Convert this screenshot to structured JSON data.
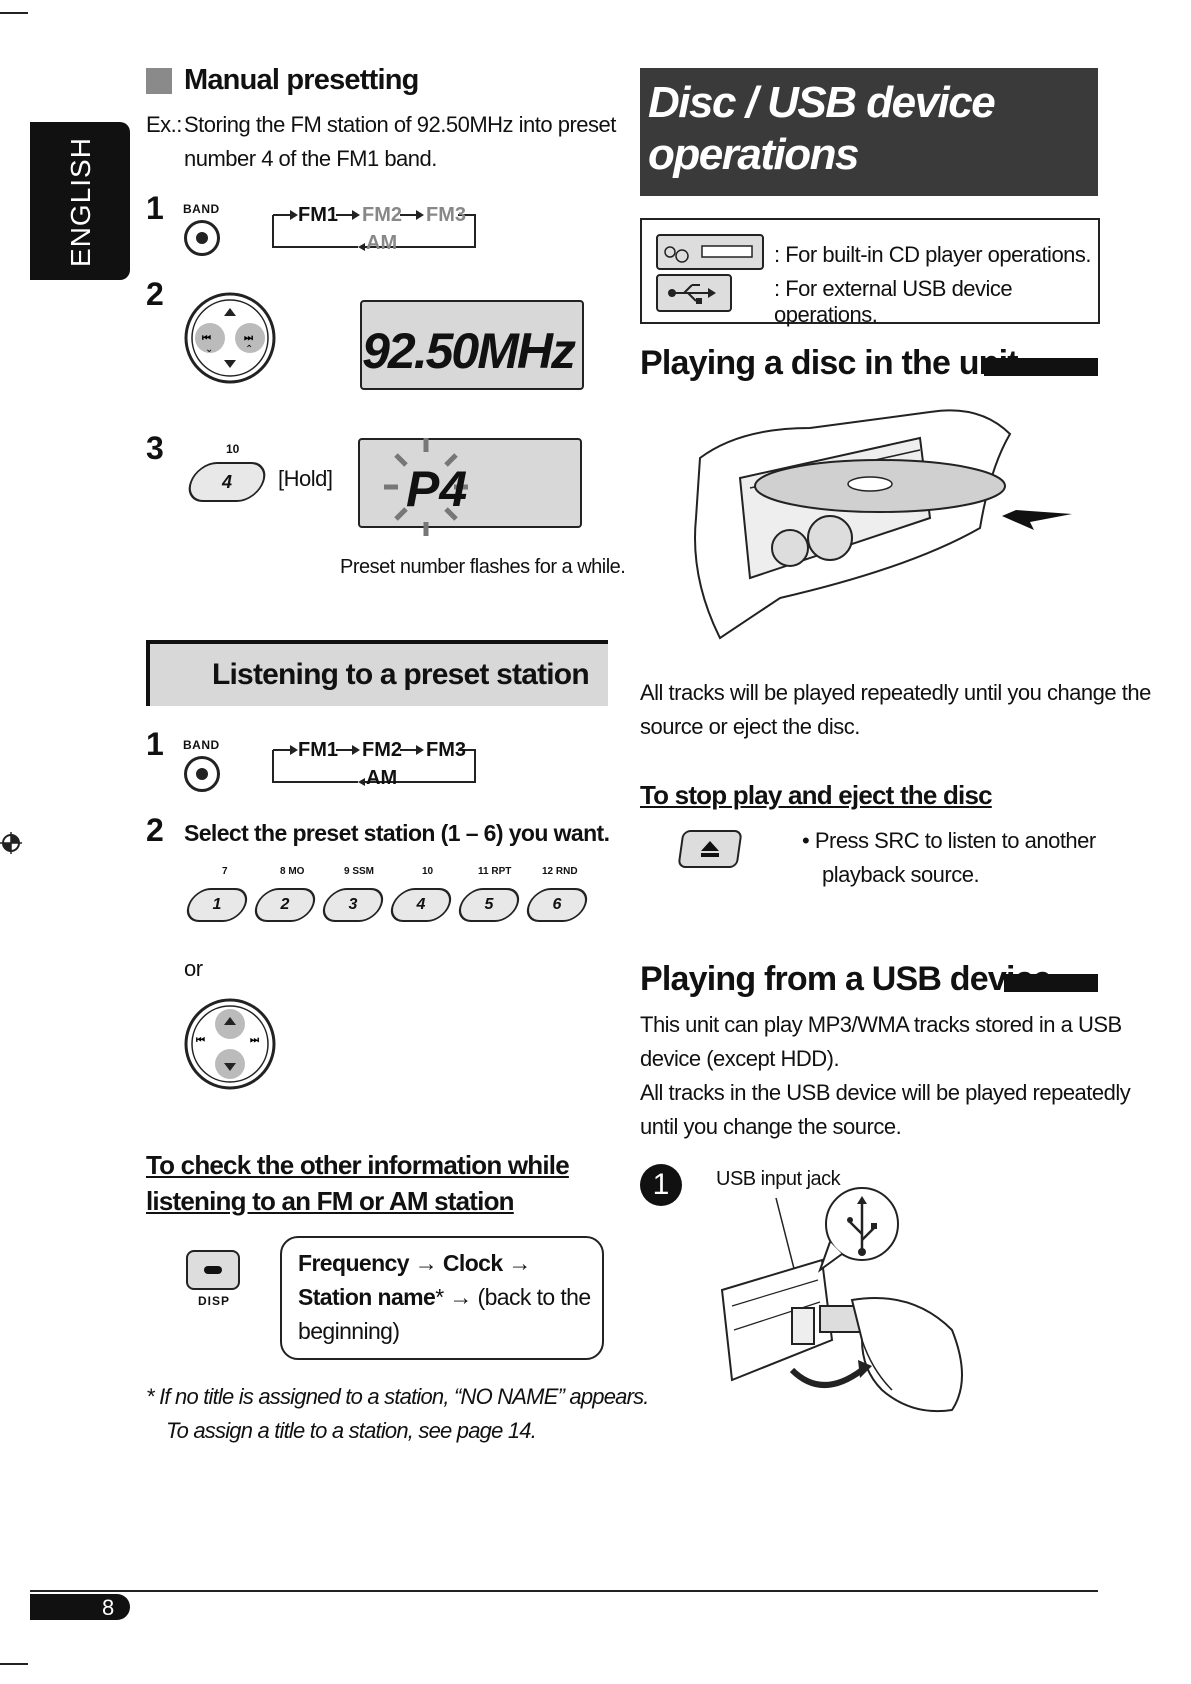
{
  "sidebar": {
    "language": "ENGLISH"
  },
  "manual": {
    "heading": "Manual presetting",
    "example_prefix": "Ex.:",
    "example_line1": "Storing the FM station of 92.50MHz into preset",
    "example_line2": "number 4 of the FM1 band.",
    "step1": "1",
    "step2": "2",
    "step3": "3",
    "band_label": "BAND",
    "fm1": "FM1",
    "fm2": "FM2",
    "fm3": "FM3",
    "am": "AM",
    "lcd_freq": "92.50MHz",
    "key_top": "10",
    "key_num": "4",
    "hold": "[Hold]",
    "preset_disp": "P4",
    "flash_note": "Preset number flashes for a while."
  },
  "listening": {
    "heading": "Listening to a preset station",
    "step1": "1",
    "step2": "2",
    "band_label": "BAND",
    "fm1": "FM1",
    "fm2": "FM2",
    "fm3": "FM3",
    "am": "AM",
    "step2_text": "Select the preset station (1 – 6) you want.",
    "presets": [
      {
        "top": "7",
        "num": "1"
      },
      {
        "top": "8 MO",
        "num": "2"
      },
      {
        "top": "9 SSM",
        "num": "3"
      },
      {
        "top": "10",
        "num": "4"
      },
      {
        "top": "11 RPT",
        "num": "5"
      },
      {
        "top": "12 RND",
        "num": "6"
      }
    ],
    "or": "or"
  },
  "check": {
    "heading1": "To check the other information while",
    "heading2": "listening to an FM or AM station",
    "disp_label": "DISP",
    "seq1": "Frequency → Clock →",
    "seq2a": "Station name",
    "seq2b": "* → (back to the",
    "seq3": "beginning)",
    "note1": "* If no title is assigned to a station, “NO NAME” appears.",
    "note2": "To assign a title to a station, see page 14."
  },
  "disc_usb": {
    "title1": "Disc / USB device",
    "title2": "operations",
    "cd_text": ":  For built-in CD player operations.",
    "usb_text": ":  For external USB device operations."
  },
  "playing_disc": {
    "heading": "Playing a disc in the unit",
    "para1": "All tracks will be played repeatedly until you change the",
    "para2": "source or eject the disc.",
    "stop_heading": "To stop play and eject the disc",
    "bullet1": "•  Press SRC to listen to another",
    "bullet2": "playback source."
  },
  "playing_usb": {
    "heading": "Playing from a USB device",
    "p1": "This unit can play MP3/WMA tracks stored in a USB",
    "p2": "device (except HDD).",
    "p3": "All tracks in the USB device will be played repeatedly",
    "p4": "until you change the source.",
    "step": "1",
    "jack_label": "USB input jack"
  },
  "footer": {
    "page": "8"
  }
}
